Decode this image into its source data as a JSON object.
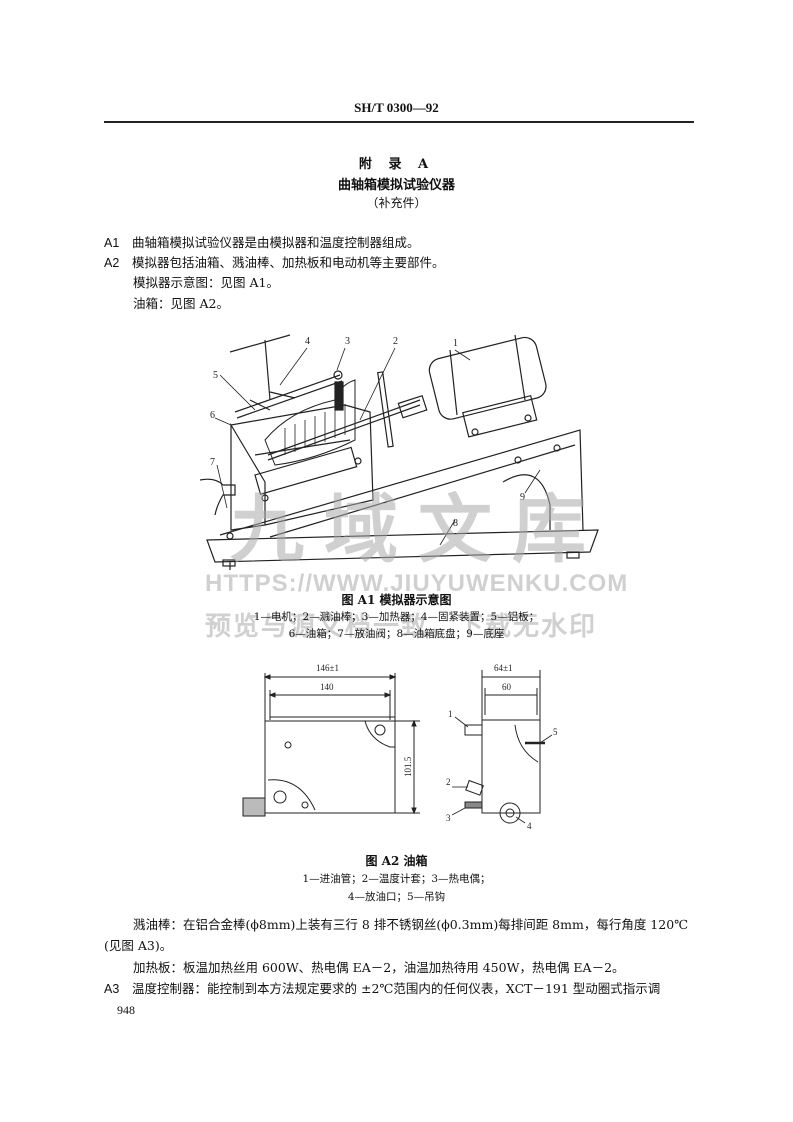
{
  "header": {
    "standard_code": "SH/T 0300—92"
  },
  "appendix": {
    "label": "附  录  A",
    "title": "曲轴箱模拟试验仪器",
    "subtitle": "（补充件）"
  },
  "clauses": [
    {
      "num": "A1",
      "text": "曲轴箱模拟试验仪器是由模拟器和温度控制器组成。"
    },
    {
      "num": "A2",
      "text": "模拟器包括油箱、溅油棒、加热板和电动机等主要部件。"
    }
  ],
  "refs": [
    "模拟器示意图：见图 A1。",
    "油箱：见图 A2。"
  ],
  "figure_a1": {
    "caption": "图 A1   模拟器示意图",
    "legend_line1": "1—电机；2—溅油棒；3—加热器；4—固紧装置；5—铝板；",
    "legend_line2": "6—油箱；7—放油阀；8—油箱底盘；9—底座",
    "callouts": [
      "1",
      "2",
      "3",
      "4",
      "5",
      "6",
      "7",
      "8",
      "9"
    ]
  },
  "figure_a2": {
    "caption": "图 A2   油箱",
    "legend_line1": "1—进油管；2—温度计套；3—热电偶；",
    "legend_line2": "4—放油口；5—吊钩",
    "front_view": {
      "overall_width": "146±1",
      "inner_width": "140",
      "height": "101.5"
    },
    "side_view": {
      "overall_width": "64±1",
      "inner_width": "60"
    },
    "callouts": [
      "1",
      "2",
      "3",
      "4",
      "5"
    ]
  },
  "body": {
    "splash_rod": "溅油棒：在铝合金棒(ϕ8mm)上装有三行 8 排不锈钢丝(ϕ0.3mm)每排间距 8mm，每行角度 120℃",
    "splash_rod_cont": "(见图 A3)。",
    "heater": "加热板：板温加热丝用 600W、热电偶 EA－2，油温加热待用 450W，热电偶 EA－2。",
    "a3_num": "A3",
    "a3_text": "温度控制器：能控制到本方法规定要求的 ±2℃范围内的任何仪表，XCT－191 型动圈式指示调"
  },
  "watermark": {
    "big": "九域文库",
    "url": "HTTPS://WWW.JIUYUWENKU.COM",
    "note": "预览与源文档一致，下载无水印"
  },
  "page_number": "948"
}
